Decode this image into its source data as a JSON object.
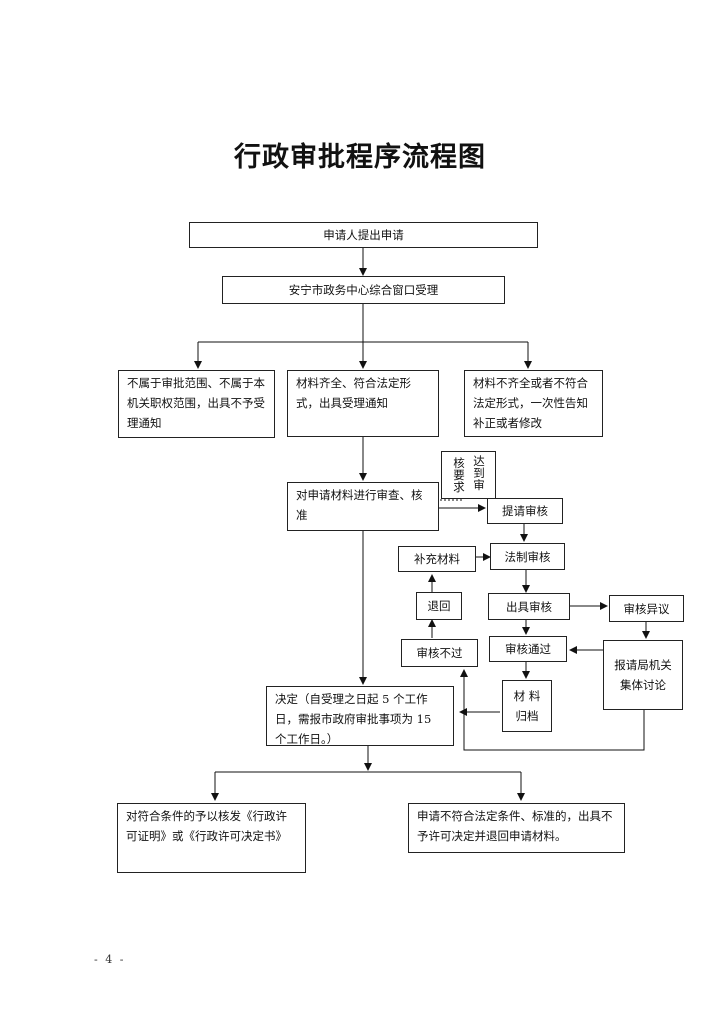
{
  "title": "行政审批程序流程图",
  "nodes": {
    "apply": "申请人提出申请",
    "accept": "安宁市政务中心综合窗口受理",
    "not_in_scope": "不属于审批范围、不属于本机关职权范围，出具不予受理通知",
    "complete": "材料齐全、符合法定形式，出具受理通知",
    "incomplete": "材料不齐全或者不符合法定形式，一次性告知补正或者修改",
    "review": "对申请材料进行审查、核准",
    "audit_req_col1": "核要求",
    "audit_req_col2": "达到审",
    "submit_audit": "提请审核",
    "supplement": "补充材料",
    "legal_audit": "法制审核",
    "return": "退回",
    "issue_audit": "出具审核",
    "audit_objection": "审核异议",
    "audit_pass": "审核通过",
    "audit_fail": "审核不过",
    "bureau_discussion": "报请局机关集体讨论",
    "archive": "材 料 归档",
    "decision": "决定（自受理之日起 5 个工作日，需报市政府审批事项为 15 个工作日。）",
    "approve": "对符合条件的予以核发《行政许可证明》或《行政许可决定书》",
    "reject": "申请不符合法定条件、标准的，出具不予许可决定并退回申请材料。"
  },
  "page_number": "- 4 -"
}
